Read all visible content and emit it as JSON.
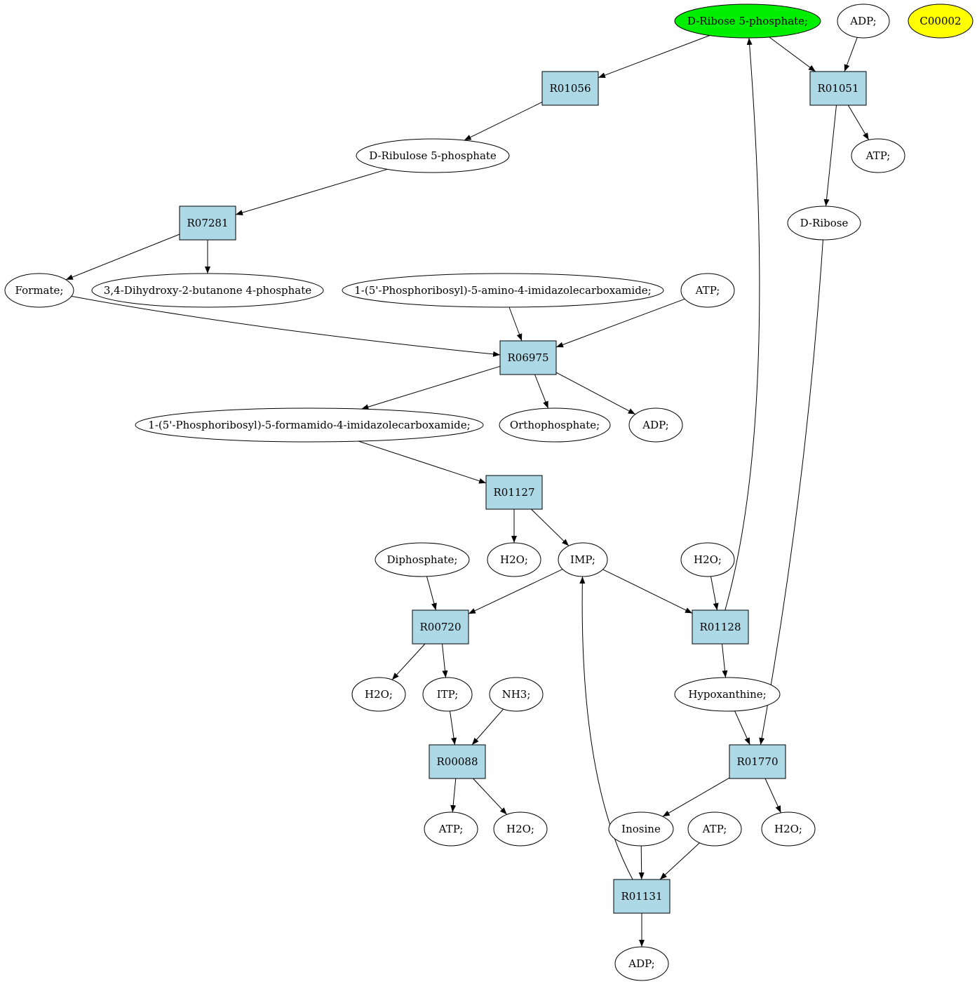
{
  "colors": {
    "reaction_fill": "#add8e6",
    "compound_fill": "#ffffff",
    "highlight_start": "#00ee00",
    "highlight_target": "#ffff00",
    "stroke": "#000000"
  },
  "nodes": [
    {
      "id": "c_r5p",
      "type": "compound",
      "label": "D-Ribose 5-phosphate;",
      "highlight": "start"
    },
    {
      "id": "c_adp_top",
      "type": "compound",
      "label": "ADP;"
    },
    {
      "id": "c_c00002",
      "type": "compound",
      "label": "C00002",
      "highlight": "target"
    },
    {
      "id": "r01056",
      "type": "reaction",
      "label": "R01056"
    },
    {
      "id": "r01051",
      "type": "reaction",
      "label": "R01051"
    },
    {
      "id": "c_ru5p",
      "type": "compound",
      "label": "D-Ribulose 5-phosphate"
    },
    {
      "id": "c_atp_r1051",
      "type": "compound",
      "label": "ATP;"
    },
    {
      "id": "r07281",
      "type": "reaction",
      "label": "R07281"
    },
    {
      "id": "c_dribose",
      "type": "compound",
      "label": "D-Ribose"
    },
    {
      "id": "c_formate",
      "type": "compound",
      "label": "Formate;"
    },
    {
      "id": "c_dhbp",
      "type": "compound",
      "label": "3,4-Dihydroxy-2-butanone 4-phosphate"
    },
    {
      "id": "c_aicar",
      "type": "compound",
      "label": "1-(5'-Phosphoribosyl)-5-amino-4-imidazolecarboxamide;"
    },
    {
      "id": "c_atp_r6975",
      "type": "compound",
      "label": "ATP;"
    },
    {
      "id": "r06975",
      "type": "reaction",
      "label": "R06975"
    },
    {
      "id": "c_faicar",
      "type": "compound",
      "label": "1-(5'-Phosphoribosyl)-5-formamido-4-imidazolecarboxamide;"
    },
    {
      "id": "c_pi",
      "type": "compound",
      "label": "Orthophosphate;"
    },
    {
      "id": "c_adp_r6975",
      "type": "compound",
      "label": "ADP;"
    },
    {
      "id": "r01127",
      "type": "reaction",
      "label": "R01127"
    },
    {
      "id": "c_ppi",
      "type": "compound",
      "label": "Diphosphate;"
    },
    {
      "id": "c_h2o_r1127",
      "type": "compound",
      "label": "H2O;"
    },
    {
      "id": "c_imp",
      "type": "compound",
      "label": "IMP;"
    },
    {
      "id": "c_h2o_in1128",
      "type": "compound",
      "label": "H2O;"
    },
    {
      "id": "r00720",
      "type": "reaction",
      "label": "R00720"
    },
    {
      "id": "r01128",
      "type": "reaction",
      "label": "R01128"
    },
    {
      "id": "c_h2o_r720",
      "type": "compound",
      "label": "H2O;"
    },
    {
      "id": "c_itp",
      "type": "compound",
      "label": "ITP;"
    },
    {
      "id": "c_nh3",
      "type": "compound",
      "label": "NH3;"
    },
    {
      "id": "c_hypox",
      "type": "compound",
      "label": "Hypoxanthine;"
    },
    {
      "id": "r00088",
      "type": "reaction",
      "label": "R00088"
    },
    {
      "id": "r01770",
      "type": "reaction",
      "label": "R01770"
    },
    {
      "id": "c_atp_r88",
      "type": "compound",
      "label": "ATP;"
    },
    {
      "id": "c_h2o_r88",
      "type": "compound",
      "label": "H2O;"
    },
    {
      "id": "c_inosine",
      "type": "compound",
      "label": "Inosine"
    },
    {
      "id": "c_atp_in1131",
      "type": "compound",
      "label": "ATP;"
    },
    {
      "id": "c_h2o_r1770",
      "type": "compound",
      "label": "H2O;"
    },
    {
      "id": "r01131",
      "type": "reaction",
      "label": "R01131"
    },
    {
      "id": "c_adp_r1131",
      "type": "compound",
      "label": "ADP;"
    }
  ],
  "edges": [
    {
      "from": "c_r5p",
      "to": "r01056"
    },
    {
      "from": "c_r5p",
      "to": "r01051"
    },
    {
      "from": "c_adp_top",
      "to": "r01051"
    },
    {
      "from": "r01056",
      "to": "c_ru5p"
    },
    {
      "from": "r01051",
      "to": "c_atp_r1051"
    },
    {
      "from": "r01051",
      "to": "c_dribose"
    },
    {
      "from": "c_ru5p",
      "to": "r07281"
    },
    {
      "from": "r07281",
      "to": "c_formate"
    },
    {
      "from": "r07281",
      "to": "c_dhbp"
    },
    {
      "from": "c_formate",
      "to": "r06975"
    },
    {
      "from": "c_aicar",
      "to": "r06975"
    },
    {
      "from": "c_atp_r6975",
      "to": "r06975"
    },
    {
      "from": "r06975",
      "to": "c_faicar"
    },
    {
      "from": "r06975",
      "to": "c_pi"
    },
    {
      "from": "r06975",
      "to": "c_adp_r6975"
    },
    {
      "from": "c_faicar",
      "to": "r01127"
    },
    {
      "from": "r01127",
      "to": "c_h2o_r1127"
    },
    {
      "from": "r01127",
      "to": "c_imp"
    },
    {
      "from": "c_ppi",
      "to": "r00720"
    },
    {
      "from": "c_imp",
      "to": "r00720"
    },
    {
      "from": "c_imp",
      "to": "r01128"
    },
    {
      "from": "c_h2o_in1128",
      "to": "r01128"
    },
    {
      "from": "r01128",
      "to": "c_r5p"
    },
    {
      "from": "r01128",
      "to": "c_hypox"
    },
    {
      "from": "r00720",
      "to": "c_h2o_r720"
    },
    {
      "from": "r00720",
      "to": "c_itp"
    },
    {
      "from": "c_itp",
      "to": "r00088"
    },
    {
      "from": "c_nh3",
      "to": "r00088"
    },
    {
      "from": "r00088",
      "to": "c_atp_r88"
    },
    {
      "from": "r00088",
      "to": "c_h2o_r88"
    },
    {
      "from": "c_hypox",
      "to": "r01770"
    },
    {
      "from": "c_dribose",
      "to": "r01770"
    },
    {
      "from": "r01770",
      "to": "c_inosine"
    },
    {
      "from": "r01770",
      "to": "c_h2o_r1770"
    },
    {
      "from": "c_inosine",
      "to": "r01131"
    },
    {
      "from": "c_atp_in1131",
      "to": "r01131"
    },
    {
      "from": "r01131",
      "to": "c_imp"
    },
    {
      "from": "r01131",
      "to": "c_adp_r1131"
    }
  ]
}
